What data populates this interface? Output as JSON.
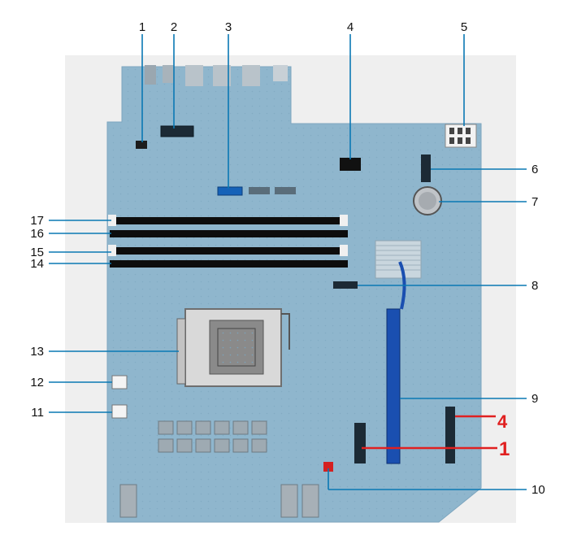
{
  "figure": {
    "board_color": "#8fb6cd",
    "leader_color": "#0a78b4",
    "annotation_color": "#e02020"
  },
  "callouts": [
    "1",
    "2",
    "3",
    "4",
    "5",
    "6",
    "7",
    "8",
    "9",
    "10",
    "11",
    "12",
    "13",
    "14",
    "15",
    "16",
    "17"
  ],
  "handwritten": {
    "a": "4",
    "b": "1"
  }
}
